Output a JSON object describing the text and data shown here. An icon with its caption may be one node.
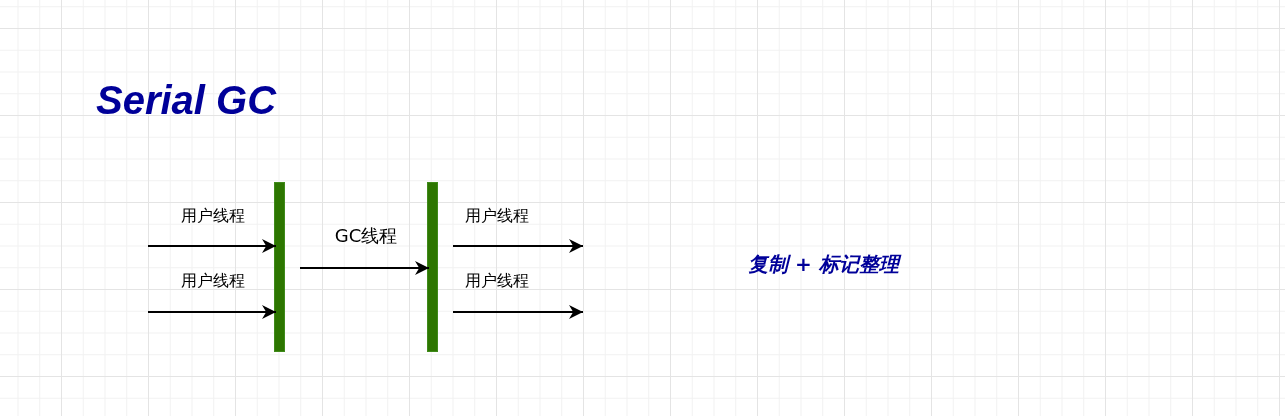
{
  "diagram": {
    "title": "Serial GC",
    "nodes": [
      {
        "text": [],
        "shape": "bar"
      },
      {
        "text": [],
        "shape": "bar"
      }
    ],
    "edges": [
      {
        "from": null,
        "to": 0,
        "arrow": "to",
        "label": "用户线程"
      },
      {
        "from": null,
        "to": 0,
        "arrow": "to",
        "label": "用户线程"
      },
      {
        "from": 0,
        "to": 1,
        "arrow": "to",
        "label": "GC线程"
      },
      {
        "from": 1,
        "to": null,
        "arrow": "to",
        "label": "用户线程"
      },
      {
        "from": 1,
        "to": null,
        "arrow": "to",
        "label": "用户线程"
      }
    ],
    "labels": [
      "复制 + 标记整理"
    ]
  }
}
